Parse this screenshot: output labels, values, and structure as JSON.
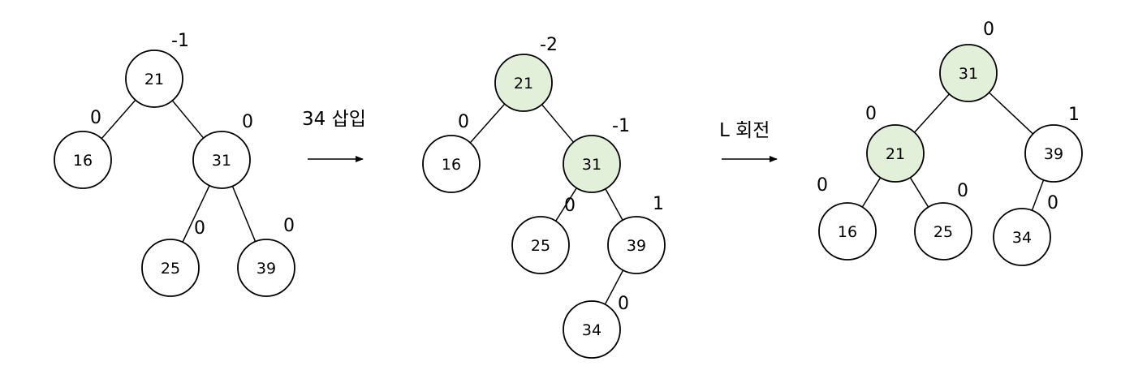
{
  "colors": {
    "highlight_fill": "#e2efd9",
    "default_fill": "#ffffff",
    "stroke": "#000000"
  },
  "trees": [
    {
      "id": "before",
      "nodes": [
        {
          "key": "21",
          "bf": "-1",
          "highlight": false
        },
        {
          "key": "16",
          "bf": "0",
          "highlight": false
        },
        {
          "key": "31",
          "bf": "0",
          "highlight": false
        },
        {
          "key": "25",
          "bf": "0",
          "highlight": false
        },
        {
          "key": "39",
          "bf": "0",
          "highlight": false
        }
      ],
      "edges": [
        [
          "21",
          "16"
        ],
        [
          "21",
          "31"
        ],
        [
          "31",
          "25"
        ],
        [
          "31",
          "39"
        ]
      ]
    },
    {
      "id": "after-insert",
      "nodes": [
        {
          "key": "21",
          "bf": "-2",
          "highlight": true
        },
        {
          "key": "16",
          "bf": "0",
          "highlight": false
        },
        {
          "key": "31",
          "bf": "-1",
          "highlight": true
        },
        {
          "key": "25",
          "bf": "0",
          "highlight": false
        },
        {
          "key": "39",
          "bf": "1",
          "highlight": false
        },
        {
          "key": "34",
          "bf": "0",
          "highlight": false
        }
      ],
      "edges": [
        [
          "21",
          "16"
        ],
        [
          "21",
          "31"
        ],
        [
          "31",
          "25"
        ],
        [
          "31",
          "39"
        ],
        [
          "39",
          "34"
        ]
      ]
    },
    {
      "id": "after-rotation",
      "nodes": [
        {
          "key": "31",
          "bf": "0",
          "highlight": true
        },
        {
          "key": "21",
          "bf": "0",
          "highlight": true
        },
        {
          "key": "39",
          "bf": "1",
          "highlight": false
        },
        {
          "key": "16",
          "bf": "0",
          "highlight": false
        },
        {
          "key": "25",
          "bf": "0",
          "highlight": false
        },
        {
          "key": "34",
          "bf": "0",
          "highlight": false
        }
      ],
      "edges": [
        [
          "31",
          "21"
        ],
        [
          "31",
          "39"
        ],
        [
          "21",
          "16"
        ],
        [
          "21",
          "25"
        ],
        [
          "39",
          "34"
        ]
      ]
    }
  ],
  "operations": [
    {
      "label": "34 삽입",
      "icon": "arrow-right-icon"
    },
    {
      "label": "L 회전",
      "icon": "arrow-right-icon"
    }
  ]
}
